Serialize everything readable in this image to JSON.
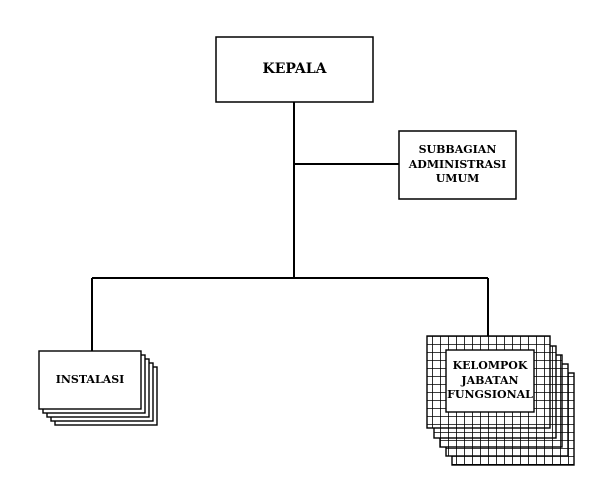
{
  "org_chart": {
    "head": {
      "label": "KEPALA"
    },
    "admin": {
      "lines": [
        "SUBBAGIAN",
        "ADMINISTRASI",
        "UMUM"
      ]
    },
    "instalasi": {
      "label": "INSTALASI"
    },
    "fungsional": {
      "lines": [
        "KELOMPOK",
        "JABATAN",
        "FUNGSIONAL"
      ]
    }
  },
  "colors": {
    "line": "#000000",
    "box_fill": "#ffffff",
    "text": "#000000"
  }
}
